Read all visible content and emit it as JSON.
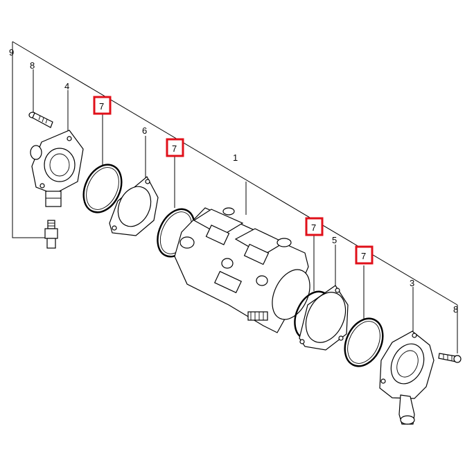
{
  "diagram": {
    "callouts": {
      "c9": "9",
      "c8_top": "8",
      "c4": "4",
      "c6": "6",
      "c1": "1",
      "c5": "5",
      "c3": "3",
      "c8_bottom": "8"
    },
    "highlighted_callouts": [
      "7",
      "7",
      "7",
      "7"
    ],
    "colors": {
      "highlight": "#e0101a",
      "line": "#000000",
      "background": "#ffffff"
    }
  }
}
